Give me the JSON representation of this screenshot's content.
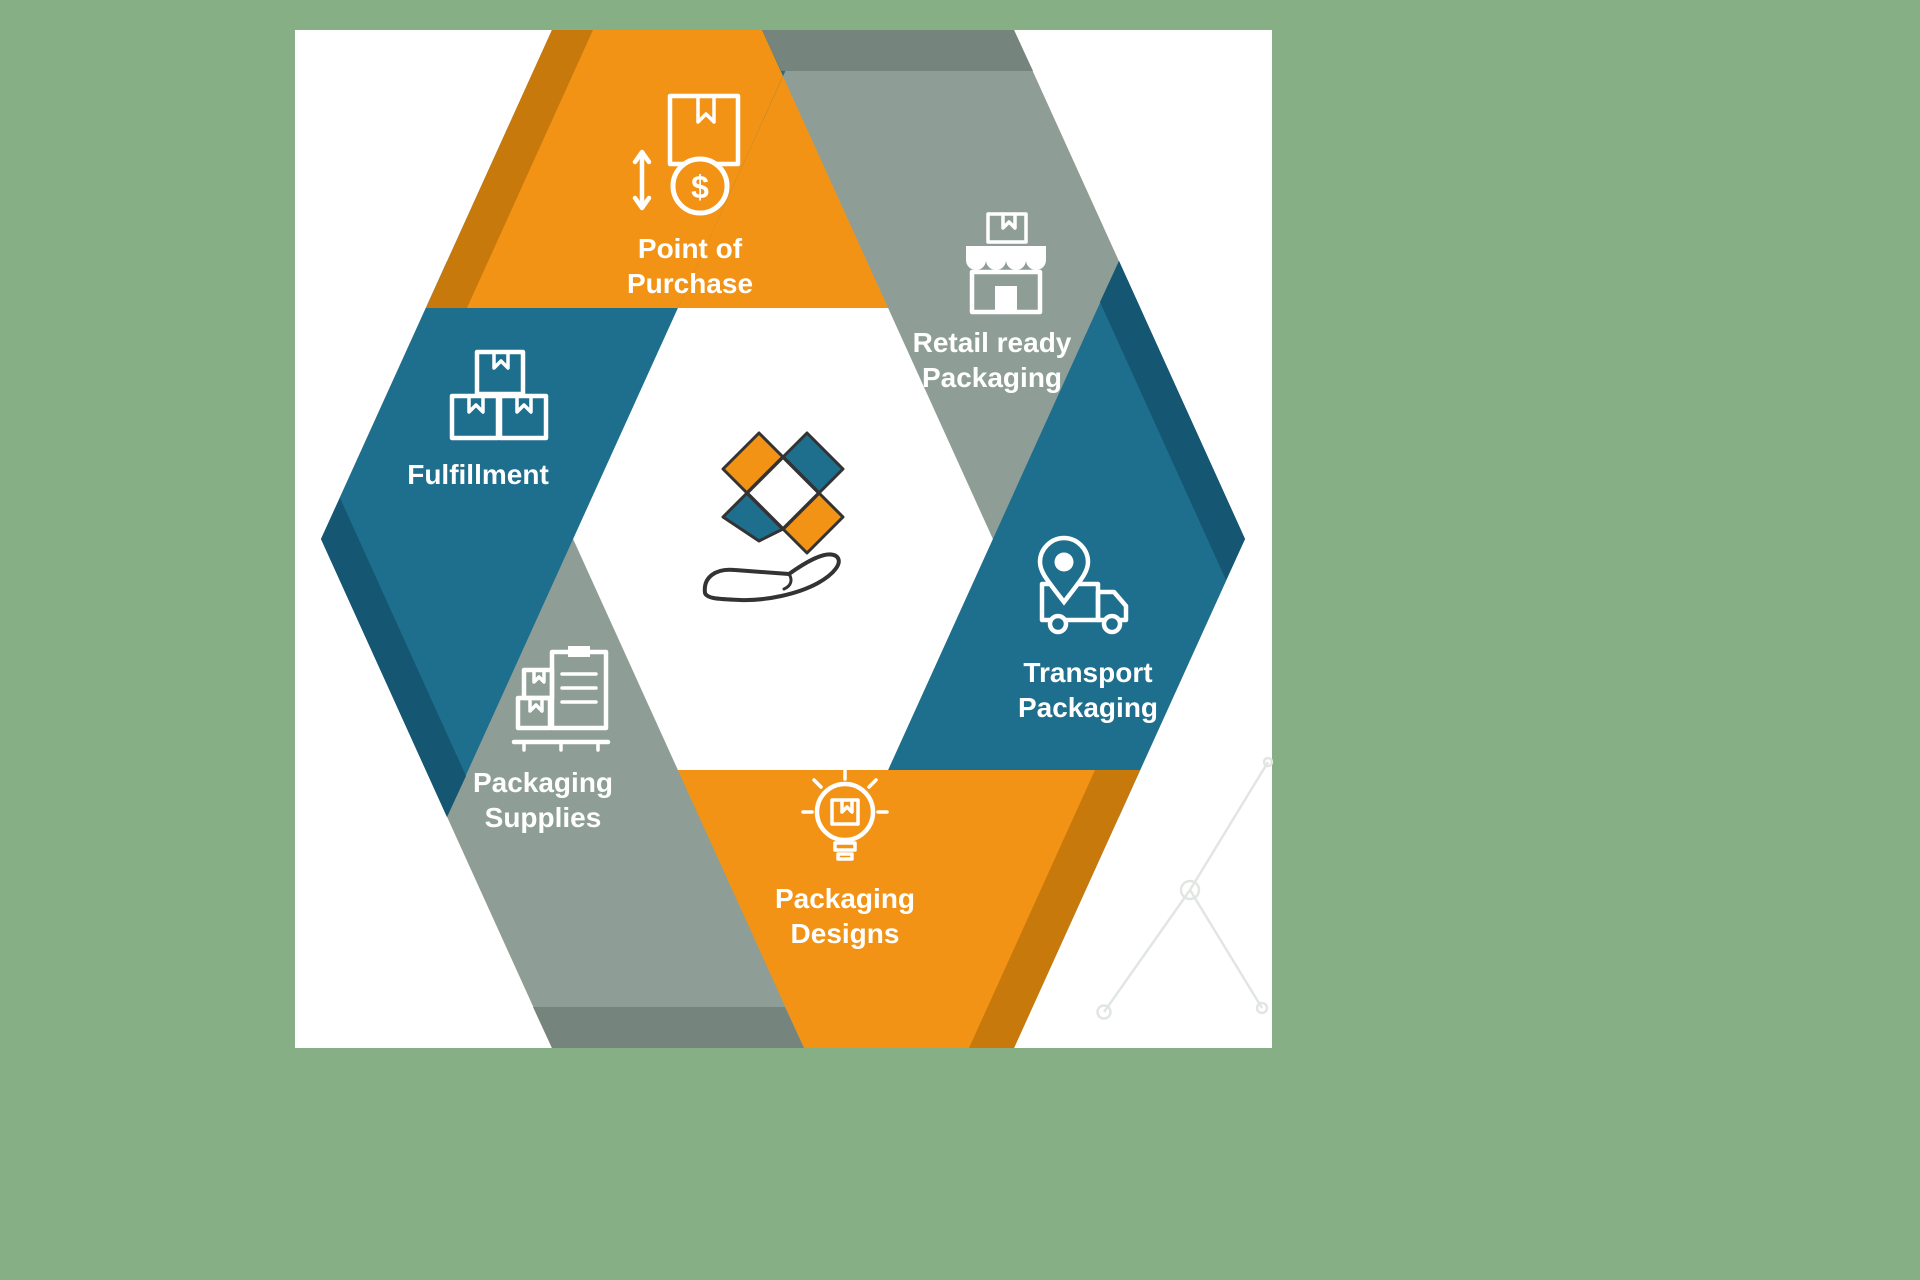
{
  "background_color": "#86AF86",
  "panel_color": "#FFFFFF",
  "diagram": {
    "name": "packaging-services-cycle",
    "palette": {
      "orange": "#F39315",
      "orange_dark": "#C8790C",
      "gray": "#8E9E97",
      "gray_dark": "#75847D",
      "teal": "#1E6E8E",
      "teal_dark": "#155672",
      "outline": "#333333",
      "icon": "#FFFFFF"
    },
    "center": {
      "icon": "hand-open-box-icon"
    },
    "segments": [
      {
        "name": "point-of-purchase",
        "icon": "price-box-dollar-icon",
        "currency": "$",
        "color": "#F39315",
        "lines": [
          "Point of",
          "Purchase"
        ]
      },
      {
        "name": "retail-ready-packaging",
        "icon": "storefront-icon",
        "color": "#8E9E97",
        "lines": [
          "Retail ready",
          "Packaging"
        ]
      },
      {
        "name": "transport-packaging",
        "icon": "truck-location-pin-icon",
        "color": "#1E6E8E",
        "lines": [
          "Transport",
          "Packaging"
        ]
      },
      {
        "name": "packaging-designs",
        "icon": "lightbulb-box-icon",
        "color": "#F39315",
        "lines": [
          "Packaging",
          "Designs"
        ]
      },
      {
        "name": "packaging-supplies",
        "icon": "clipboard-boxes-icon",
        "color": "#8E9E97",
        "lines": [
          "Packaging",
          "Supplies"
        ]
      },
      {
        "name": "fulfillment",
        "icon": "stacked-boxes-icon",
        "color": "#1E6E8E",
        "lines": [
          "Fulfillment"
        ]
      }
    ]
  }
}
